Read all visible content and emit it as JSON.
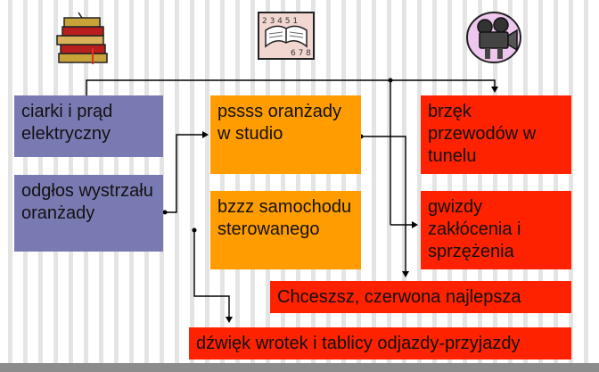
{
  "icons": {
    "books": "books-icon",
    "reading": "open-book-icon",
    "camera": "movie-camera-icon"
  },
  "boxes": {
    "ciarki": "ciarki i prąd elektryczny",
    "odglos": "odgłos wystrzału oranżady",
    "pssss": "pssss oranżady w studio",
    "bzzz": "bzzz samochodu sterowanego",
    "brzek": "brzęk przewodów w tunelu",
    "gwizdy": "gwizdy zakłócenia i sprzężenia",
    "chceszsz": "Chceszsz, czerwona najlepsza",
    "dzwiek": "dźwięk wrotek i tablicy odjazdy-przyjazdy"
  },
  "colors": {
    "blue": "#7a7ab3",
    "orange": "#ff9c00",
    "red": "#ff2200"
  }
}
